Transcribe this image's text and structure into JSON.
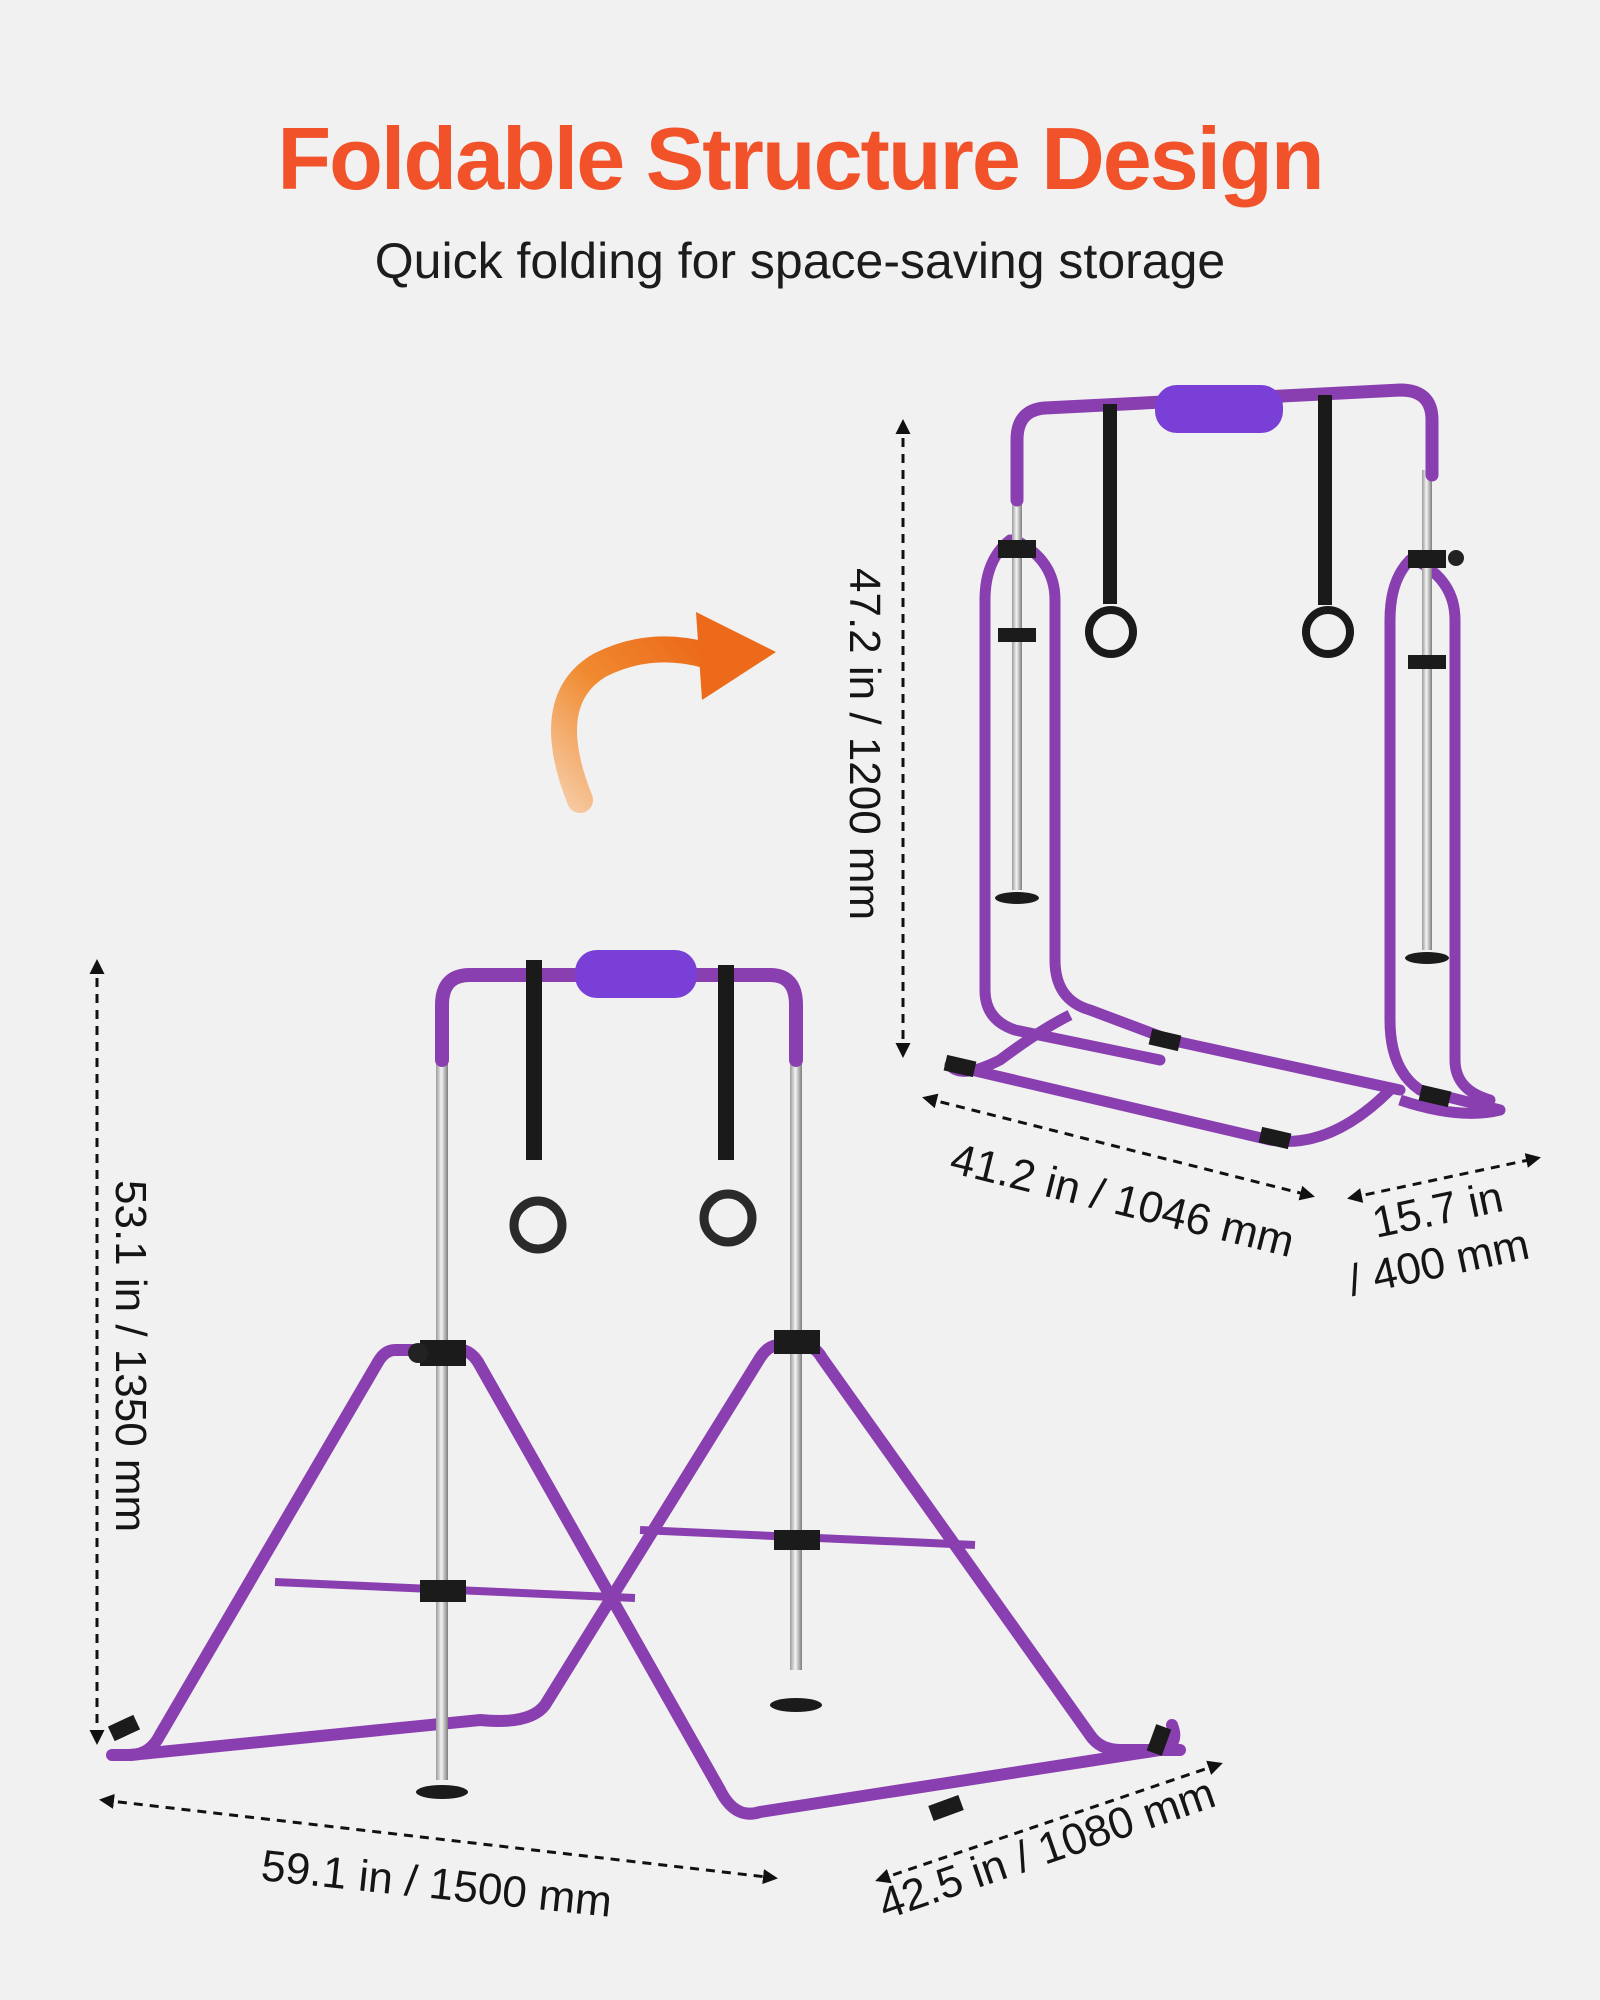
{
  "headline": "Foldable Structure Design",
  "subheadline": "Quick folding for space-saving storage",
  "colors": {
    "headline": "#f2522a",
    "frame_purple": "#8a3fb0",
    "pad_purple": "#7a3fd6",
    "arrow_orange": "#f07a24"
  },
  "folded": {
    "height_label": "47.2 in / 1200 mm",
    "width_label": "41.2 in / 1046 mm",
    "depth_label_line1": "15.7 in",
    "depth_label_line2": "/ 400 mm"
  },
  "unfolded": {
    "height_label": "53.1 in / 1350 mm",
    "width_label": "59.1 in / 1500 mm",
    "depth_label": "42.5 in / 1080 mm"
  }
}
